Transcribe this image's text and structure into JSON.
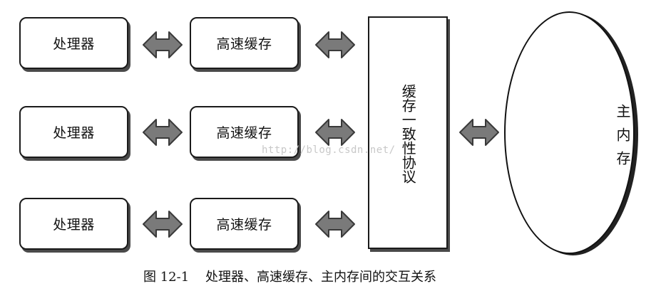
{
  "rows": [
    {
      "processor": "处理器",
      "cache": "高速缓存"
    },
    {
      "processor": "处理器",
      "cache": "高速缓存"
    },
    {
      "processor": "处理器",
      "cache": "高速缓存"
    }
  ],
  "protocol": {
    "label": "缓存一致性协议"
  },
  "main_memory": {
    "label": "主内存"
  },
  "watermark": "http://blog.csdn.net/",
  "caption": "图 12-1    处理器、高速缓存、主内存间的交互关系",
  "colors": {
    "arrow_fill": "#7a7a7a",
    "arrow_stroke": "#3a3a3a",
    "border": "#1a1a1a",
    "shadow": "#4a4a4a"
  }
}
